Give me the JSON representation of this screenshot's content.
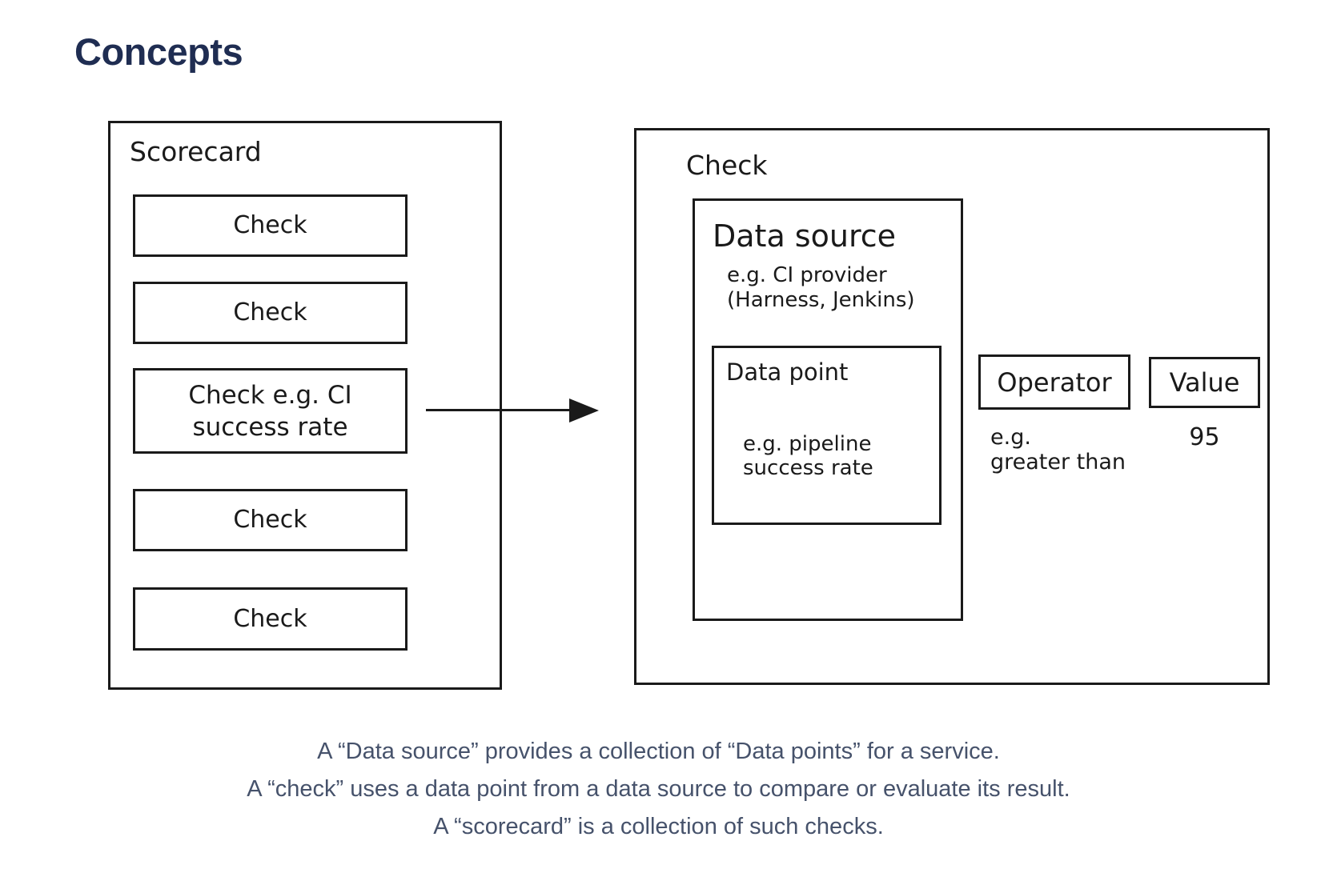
{
  "page": {
    "title": "Concepts"
  },
  "colors": {
    "heading_text": "#1F2D52",
    "body_text": "#46526B",
    "diagram_stroke": "#1A1A1A",
    "background": "#FFFFFF"
  },
  "diagram": {
    "scorecard": {
      "label": "Scorecard",
      "checks": [
        {
          "label": "Check"
        },
        {
          "label": "Check"
        },
        {
          "label": "Check e.g. CI\nsuccess rate"
        },
        {
          "label": "Check"
        },
        {
          "label": "Check"
        }
      ]
    },
    "arrow": {
      "from": "scorecard-check",
      "to": "check-detail"
    },
    "check_panel": {
      "label": "Check",
      "data_source": {
        "label": "Data source",
        "example": "e.g. CI provider\n(Harness, Jenkins)",
        "data_point": {
          "label": "Data point",
          "example": "e.g. pipeline\nsuccess rate"
        }
      },
      "operator": {
        "label": "Operator",
        "example": "e.g.\ngreater than"
      },
      "value": {
        "label": "Value",
        "example": "95"
      }
    }
  },
  "description": {
    "lines": [
      "A “Data source” provides a collection of “Data points” for a service.",
      "A “check” uses a data point from a data source to compare or evaluate its result.",
      "A “scorecard” is a collection of such checks."
    ]
  }
}
